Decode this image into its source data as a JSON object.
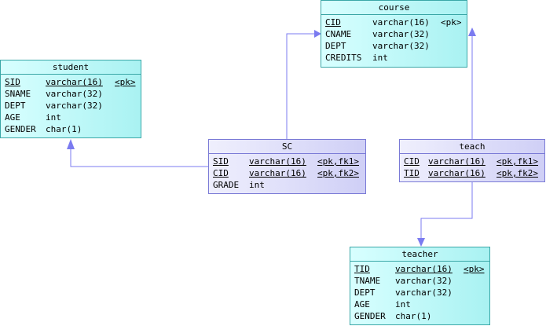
{
  "colors": {
    "connector": "#7b7bf0",
    "cyan_fill": "#a9f2f2",
    "lavender_fill": "#cfcff6"
  },
  "entities": {
    "course": {
      "title": "course",
      "rows": [
        {
          "name": "CID",
          "type": "varchar(16)",
          "key": "<pk>"
        },
        {
          "name": "CNAME",
          "type": "varchar(32)",
          "key": ""
        },
        {
          "name": "DEPT",
          "type": "varchar(32)",
          "key": ""
        },
        {
          "name": "CREDITS",
          "type": "int",
          "key": ""
        }
      ]
    },
    "student": {
      "title": "student",
      "rows": [
        {
          "name": "SID",
          "type": "varchar(16)",
          "key": "<pk>"
        },
        {
          "name": "SNAME",
          "type": "varchar(32)",
          "key": ""
        },
        {
          "name": "DEPT",
          "type": "varchar(32)",
          "key": ""
        },
        {
          "name": "AGE",
          "type": "int",
          "key": ""
        },
        {
          "name": "GENDER",
          "type": "char(1)",
          "key": ""
        }
      ]
    },
    "sc": {
      "title": "SC",
      "rows": [
        {
          "name": "SID",
          "type": "varchar(16)",
          "key": "<pk,fk1>"
        },
        {
          "name": "CID",
          "type": "varchar(16)",
          "key": "<pk,fk2>"
        },
        {
          "name": "GRADE",
          "type": "int",
          "key": ""
        }
      ]
    },
    "teach": {
      "title": "teach",
      "rows": [
        {
          "name": "CID",
          "type": "varchar(16)",
          "key": "<pk,fk1>"
        },
        {
          "name": "TID",
          "type": "varchar(16)",
          "key": "<pk,fk2>"
        }
      ]
    },
    "teacher": {
      "title": "teacher",
      "rows": [
        {
          "name": "TID",
          "type": "varchar(16)",
          "key": "<pk>"
        },
        {
          "name": "TNAME",
          "type": "varchar(32)",
          "key": ""
        },
        {
          "name": "DEPT",
          "type": "varchar(32)",
          "key": ""
        },
        {
          "name": "AGE",
          "type": "int",
          "key": ""
        },
        {
          "name": "GENDER",
          "type": "char(1)",
          "key": ""
        }
      ]
    }
  }
}
